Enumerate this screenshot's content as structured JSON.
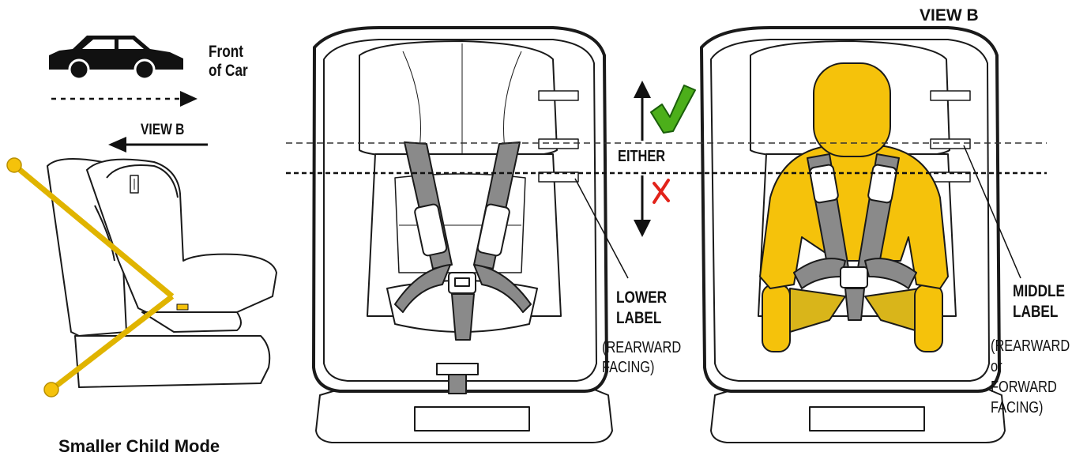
{
  "car_legend": {
    "label": "Front\nof Car"
  },
  "side_view": {
    "view_label": "VIEW B",
    "caption": "Smaller Child Mode"
  },
  "middle_seat": {
    "either_label": "EITHER",
    "check_icon": "green-checkmark-icon",
    "cross_icon": "red-cross-icon",
    "label_title": "LOWER\nLABEL",
    "label_note": "(REARWARD\nFACING)"
  },
  "right_seat": {
    "view_label": "VIEW B",
    "label_title": "MIDDLE\nLABEL",
    "label_note": "(REARWARD or\nFORWARD\nFACING)"
  },
  "colors": {
    "occupant": "#f5c20b",
    "leg": "#d9b51a",
    "strap": "#8a8a8a",
    "line": "#1a1a1a",
    "check": "#4caf1a",
    "cross": "#e2231a"
  }
}
